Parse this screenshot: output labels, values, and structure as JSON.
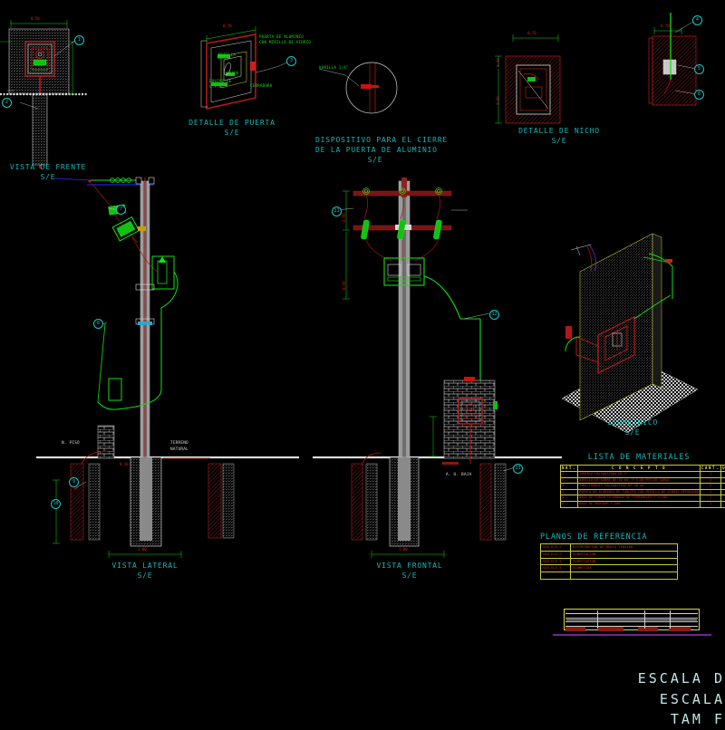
{
  "drawing": {
    "background": "#000000",
    "accent_cyan": "#18c8c8",
    "accent_green": "#13e113",
    "accent_red": "#cc1111",
    "accent_yellow": "#d8d83c",
    "accent_white": "#d8d8d8"
  },
  "views": {
    "frente": {
      "title": "VISTA DE FRENTE",
      "scale": "S/E",
      "dim_top": "0.50"
    },
    "puerta": {
      "title": "DETALLE DE PUERTA",
      "scale": "S/E",
      "dim_top": "0.70"
    },
    "cierre": {
      "title": "DISPOSITIVO PARA EL CIERRE",
      "title2": "DE LA PUERTA DE ALUMINIO",
      "scale": "S/E"
    },
    "nicho": {
      "title": "DETALLE DE NICHO",
      "scale": "S/E",
      "dim_top": "0.70",
      "dim_left_a": "0.10",
      "dim_left_b": "0.90"
    },
    "lateral": {
      "title": "VISTA LATERAL",
      "scale": "S/E",
      "dim_bottom": "1.00"
    },
    "frontal": {
      "title": "VISTA FRONTAL",
      "scale": "S/E",
      "dim_bottom": "1.00"
    },
    "isometrico": {
      "title": "ISOMETRICO",
      "scale": "S/E"
    }
  },
  "door_notes": {
    "n1": "PUERTA DE ALUMINIO\nCON MIRILLA DE VIDRIO",
    "n2": "MIRILLA",
    "n3": "CHAPA",
    "n4": "EQUIPO DE\nC.F.E.",
    "n5": "CERRADURA"
  },
  "closure_notes": {
    "n1": "VARILLA 1/4\""
  },
  "pole_notes": {
    "ground": "N. PISO",
    "terreno": "TERRENO\nNATURAL",
    "alta": "A. U. BAJA",
    "depth": "0.10"
  },
  "crossarm_dims": {
    "d1": "2.50",
    "d2": "8.00"
  },
  "materials": {
    "title": "LISTA DE MATERIALES",
    "headers": [
      "NAT.",
      "C O N C E P T O",
      "CANT.",
      "UNIDAD"
    ],
    "rows": [
      {
        "no": "1.-",
        "concepto": "TUBERIA GALVANIZADA DE 2\"",
        "cant": "1",
        "unidad": "PZA"
      },
      {
        "no": "2.-",
        "concepto": "VARILLA DE COBRE DE 16 mm. Y 3.00 MTS DE LARGO",
        "cant": "1",
        "unidad": "PZA"
      },
      {
        "no": "3.-",
        "concepto": "TUBO CONDUIT GALVANIZADO  DE 38 mm",
        "cant": "3",
        "unidad": "M/M"
      },
      {
        "no": "4.-",
        "concepto": "PUERTA DE ALUMINIO DE TABLERO CON MIRILLA DE VIDRIO REFORZADO",
        "cant": "1",
        "unidad": "PZA"
      },
      {
        "no": "5.-",
        "concepto": "BASE DE CONCRETO ARMADO DE TERMINALES f'c=200",
        "cant": "1",
        "unidad": "PZA"
      },
      {
        "no": "6.-",
        "concepto": "BASE DE MEDIDOR T-200",
        "cant": "1",
        "unidad": "PZA"
      }
    ]
  },
  "reference_plans": {
    "title": "PLANOS DE REFERENCIA",
    "rows": [
      {
        "code": "SAH-ELE-1",
        "desc": "DISTRIBUCION DE MEDIA TENSION"
      },
      {
        "code": "SAH-ELE-2",
        "desc": "SUBESTACION"
      },
      {
        "code": "SAH-ELE-3",
        "desc": "SUBESTACION"
      },
      {
        "code": "SAH-ELE-4",
        "desc": "ACOMETIDA"
      }
    ]
  },
  "corner_text": {
    "line1": "ESCALA D",
    "line2": "ESCALA",
    "line3": "TAM F"
  },
  "balloons": [
    "1",
    "2",
    "3",
    "4",
    "5",
    "6",
    "7",
    "8",
    "9",
    "10",
    "11",
    "12",
    "13"
  ]
}
